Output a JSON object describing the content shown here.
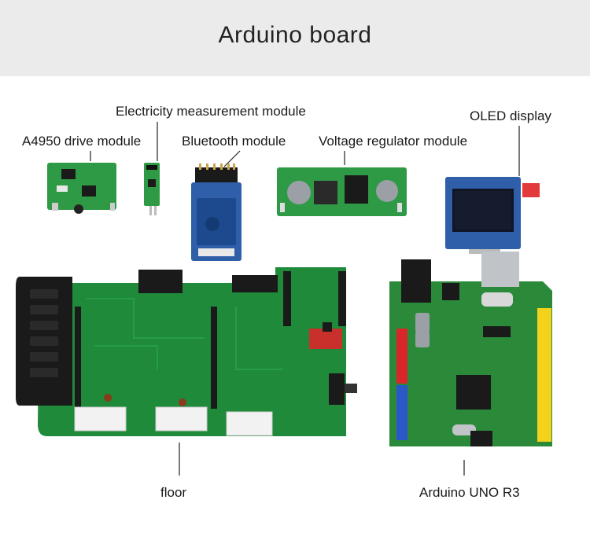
{
  "header": {
    "title": "Arduino board"
  },
  "labels": {
    "electricity": "Electricity measurement module",
    "a4950": "A4950 drive module",
    "bluetooth": "Bluetooth module",
    "voltage": "Voltage regulator module",
    "oled": "OLED display",
    "floor": "floor",
    "uno": "Arduino  UNO R3"
  },
  "colors": {
    "pcb_green": "#1f8a3a",
    "pcb_blue": "#2f5fa8",
    "connector_white": "#f2f2f2",
    "header_black": "#1a1a1a",
    "pin_yellow": "#f2d21b",
    "pin_red": "#d8262a",
    "pin_blue": "#2b57c9"
  }
}
